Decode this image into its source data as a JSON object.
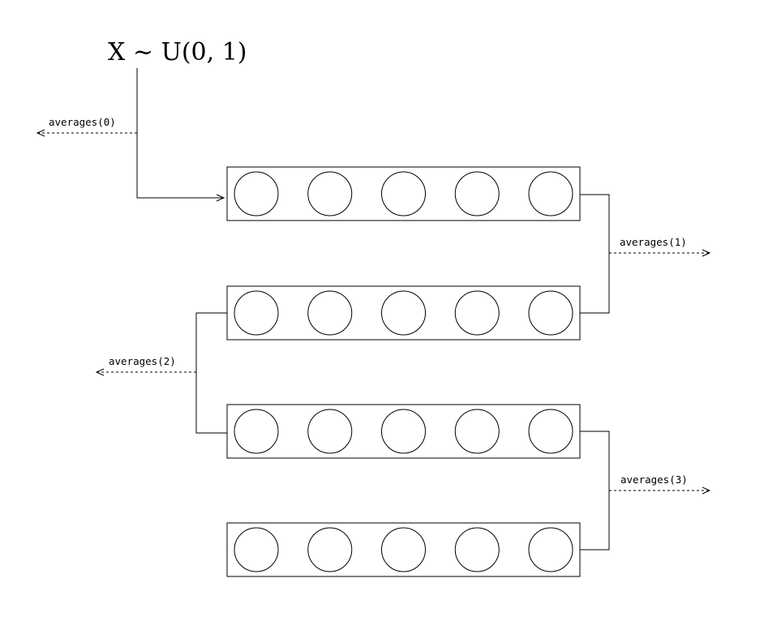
{
  "title": "X ~ U(0, 1)",
  "colors": {
    "ink": "#000000",
    "background": "#ffffff"
  },
  "rows": [
    {
      "cells": 5
    },
    {
      "cells": 5
    },
    {
      "cells": 5
    },
    {
      "cells": 5
    }
  ],
  "outputs": [
    {
      "label": "averages(0)",
      "direction": "left"
    },
    {
      "label": "averages(1)",
      "direction": "right"
    },
    {
      "label": "averages(2)",
      "direction": "left"
    },
    {
      "label": "averages(3)",
      "direction": "right"
    }
  ]
}
